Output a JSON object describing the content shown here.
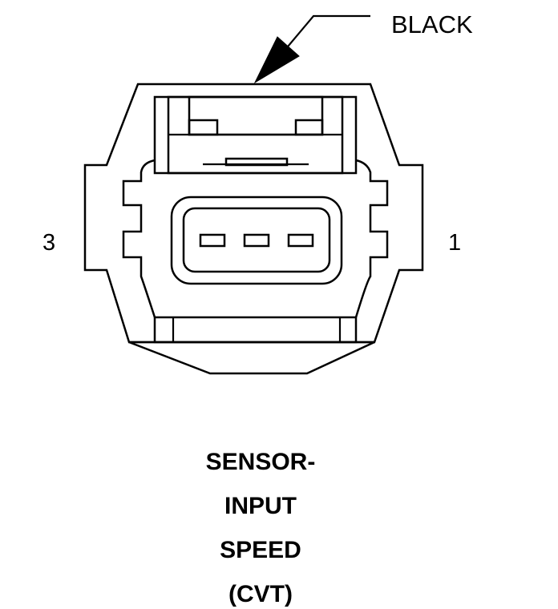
{
  "callout": {
    "color_label": "BLACK"
  },
  "pins": {
    "left_label": "3",
    "right_label": "1",
    "count": 3
  },
  "caption": {
    "lines": [
      "SENSOR-",
      "INPUT",
      "SPEED",
      "(CVT)"
    ]
  },
  "colors": {
    "line": "#000000",
    "background": "#ffffff"
  }
}
